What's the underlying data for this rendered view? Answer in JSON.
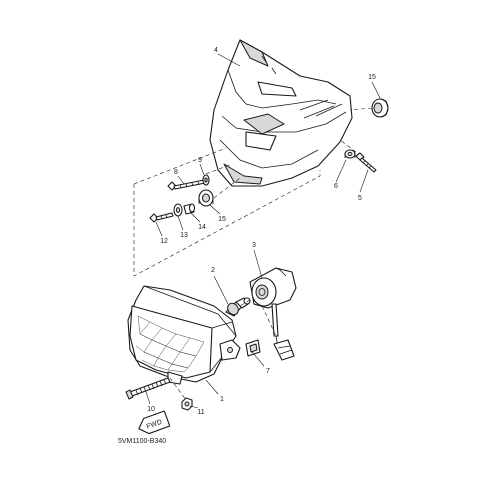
{
  "diagram": {
    "drawing_code": "5VM1100-B340",
    "fwd_label": "FWD",
    "callouts": [
      {
        "id": "c1",
        "label": "1"
      },
      {
        "id": "c2",
        "label": "2"
      },
      {
        "id": "c3",
        "label": "3"
      },
      {
        "id": "c4",
        "label": "4"
      },
      {
        "id": "c5",
        "label": "5"
      },
      {
        "id": "c6",
        "label": "6"
      },
      {
        "id": "c7",
        "label": "7"
      },
      {
        "id": "c8",
        "label": "8"
      },
      {
        "id": "c9",
        "label": "9"
      },
      {
        "id": "c10",
        "label": "10"
      },
      {
        "id": "c11",
        "label": "11"
      },
      {
        "id": "c12",
        "label": "12"
      },
      {
        "id": "c13",
        "label": "13"
      },
      {
        "id": "c14",
        "label": "14"
      },
      {
        "id": "c15a",
        "label": "15"
      },
      {
        "id": "c15b",
        "label": "15"
      }
    ]
  }
}
